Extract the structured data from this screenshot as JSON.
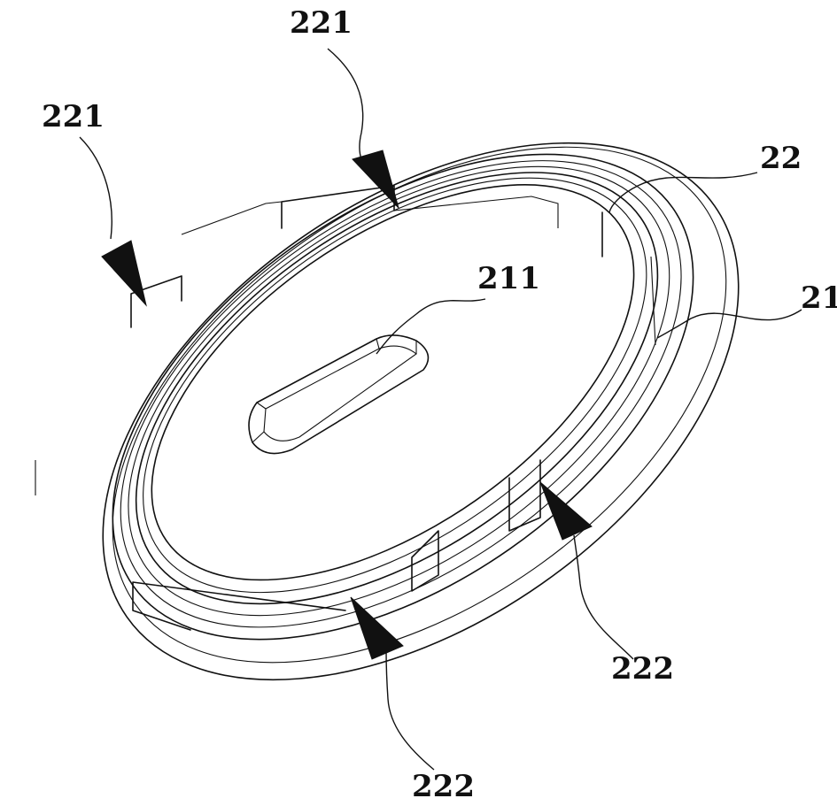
{
  "figure": {
    "labels": {
      "top_tab": "221",
      "left_tab": "221",
      "inner_ring": "22",
      "outer_base": "21",
      "center_slot": "211",
      "right_notch": "222",
      "bottom_notch": "222"
    }
  }
}
